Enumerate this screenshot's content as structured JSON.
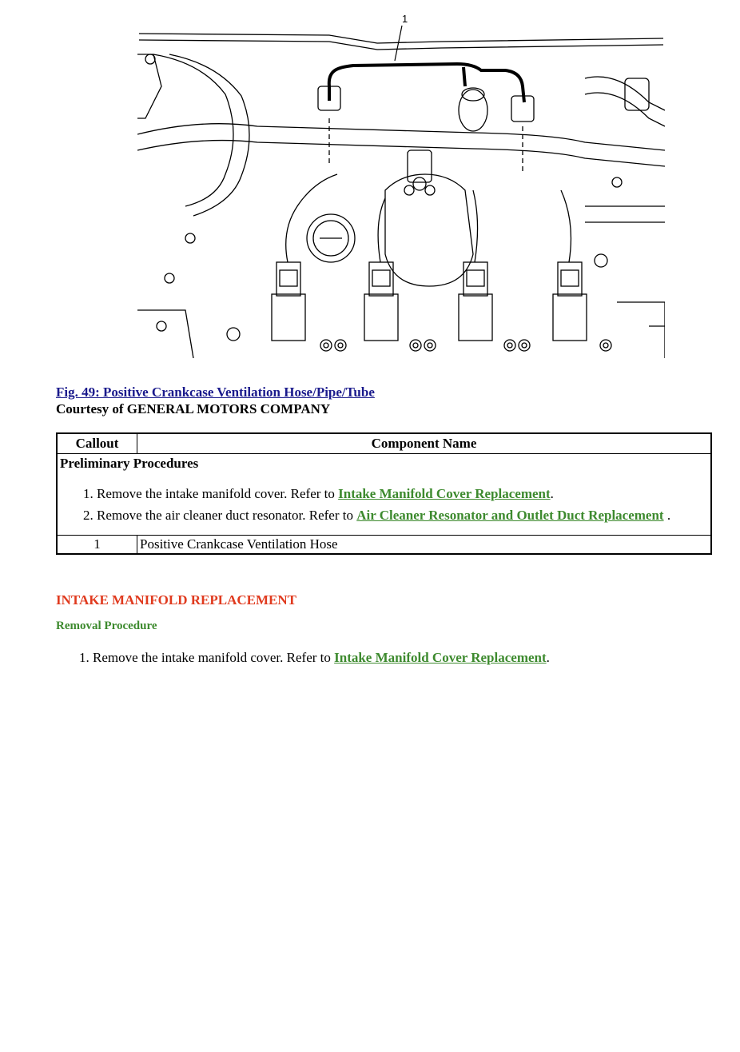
{
  "figure": {
    "callout_label": "1"
  },
  "caption": {
    "fig_link": "Fig. 49: Positive Crankcase Ventilation Hose/Pipe/Tube",
    "courtesy": "Courtesy of GENERAL MOTORS COMPANY"
  },
  "table": {
    "headers": [
      "Callout",
      "Component Name"
    ],
    "preliminary_title": "Preliminary Procedures",
    "preliminary_steps": [
      {
        "text": "Remove the intake manifold cover. Refer to ",
        "link": "Intake Manifold Cover Replacement",
        "suffix": "."
      },
      {
        "text": "Remove the air cleaner duct resonator. Refer to ",
        "link": "Air Cleaner Resonator and Outlet Duct Replacement",
        "suffix": " ."
      }
    ],
    "rows": [
      {
        "callout": "1",
        "name": "Positive Crankcase Ventilation Hose"
      }
    ]
  },
  "section": {
    "title": "INTAKE MANIFOLD REPLACEMENT",
    "subtitle": "Removal Procedure",
    "steps": [
      {
        "text": "Remove the intake manifold cover. Refer to ",
        "link": "Intake Manifold Cover Replacement",
        "suffix": "."
      }
    ]
  }
}
